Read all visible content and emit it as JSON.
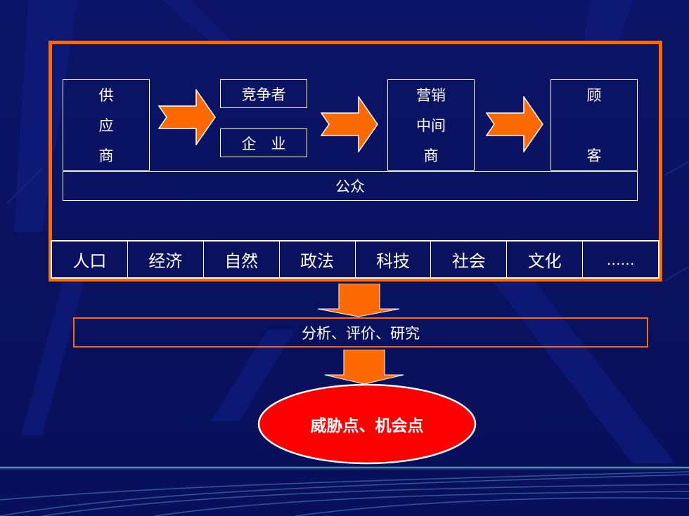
{
  "diagram": {
    "supplier": [
      "供",
      "应",
      "商"
    ],
    "competitor": "竞争者",
    "enterprise": "企　业",
    "intermediary": [
      "营销",
      "中间",
      "商"
    ],
    "customer": [
      "顾",
      "客"
    ],
    "public": "公众",
    "factors": [
      "人口",
      "经济",
      "自然",
      "政法",
      "科技",
      "社会",
      "文化",
      "……"
    ],
    "analysis": "分析、评价、研究",
    "result": "威胁点、机会点"
  },
  "colors": {
    "background": "#0a1262",
    "accent_orange": "#ff6a00",
    "result_red": "#ff0000",
    "text": "#ffffff"
  }
}
